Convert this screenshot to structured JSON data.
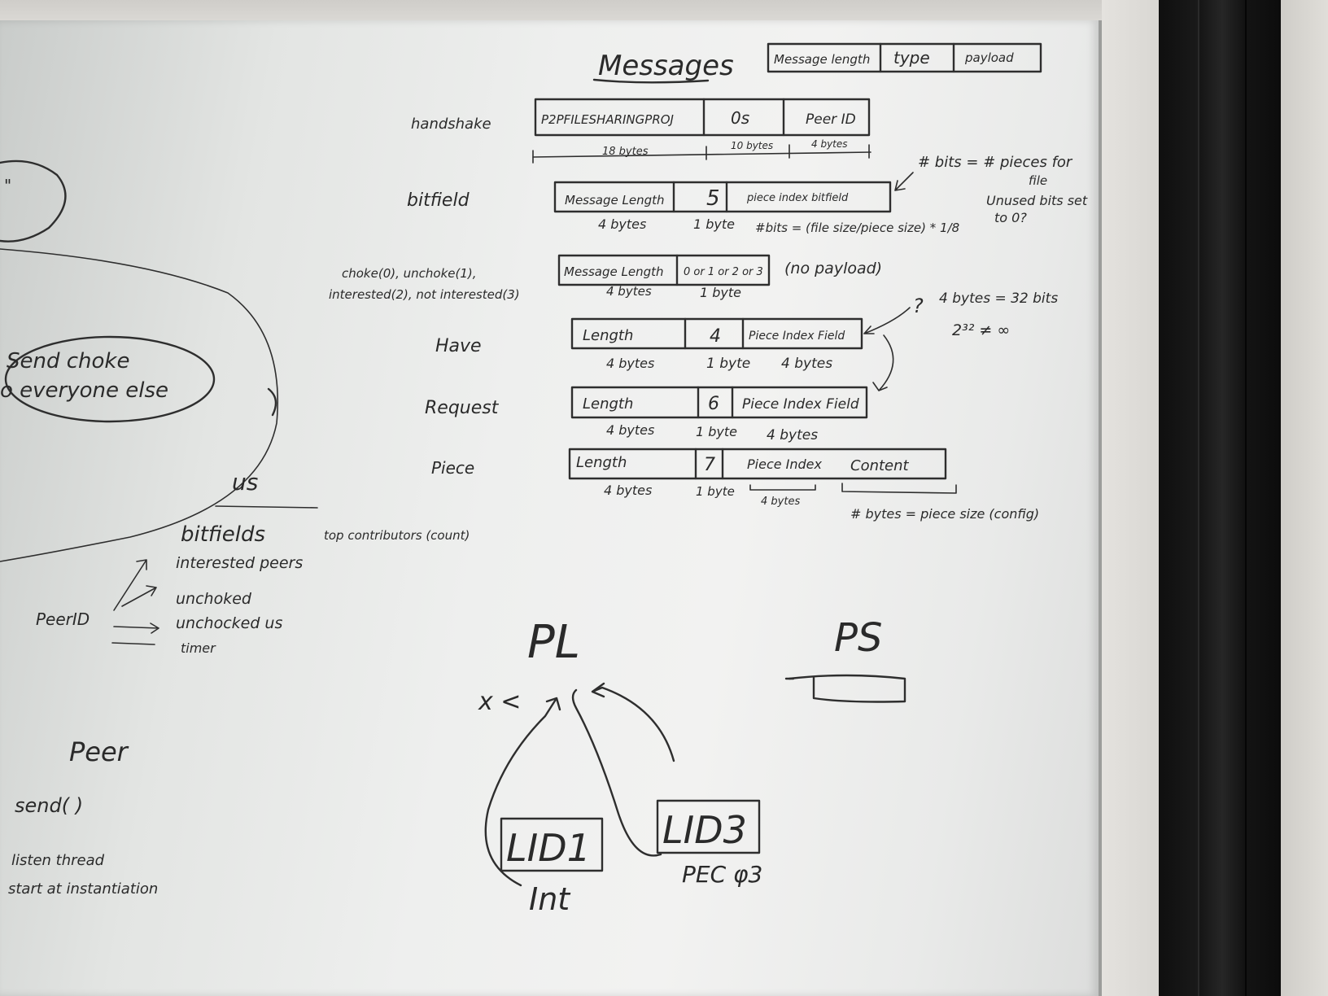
{
  "board": {
    "title": "Messages",
    "format_header": [
      "Message length",
      "type",
      "payload"
    ],
    "rows": {
      "handshake": {
        "label": "handshake",
        "cells": [
          "P2PFILESHARINGPROJ",
          "0s",
          "Peer ID"
        ],
        "sizes": [
          "18 bytes",
          "10 bytes",
          "4 bytes"
        ]
      },
      "bitfield": {
        "label": "bitfield",
        "cells": [
          "Message Length",
          "5",
          "piece index bitfield"
        ],
        "sizes": [
          "4 bytes",
          "1 byte"
        ],
        "formula": "#bits = (file size/piece size) * 1/8",
        "note_line1": "# bits = # pieces for",
        "note_line2": "file",
        "note_line3": "Unused bits set",
        "note_line4": "to 0?"
      },
      "choke": {
        "label_line1": "choke(0), unchoke(1),",
        "label_line2": "interested(2), not interested(3)",
        "cells": [
          "Message Length",
          "0 or 1 or 2 or 3"
        ],
        "sizes": [
          "4 bytes",
          "1 byte"
        ],
        "note": "(no payload)"
      },
      "have": {
        "label": "Have",
        "cells": [
          "Length",
          "4",
          "Piece Index Field"
        ],
        "sizes": [
          "4 bytes",
          "1 byte",
          "4 bytes"
        ],
        "note_line1": "4 bytes = 32 bits",
        "note_line2": "2³² ≠ ∞",
        "question": "?"
      },
      "request": {
        "label": "Request",
        "cells": [
          "Length",
          "6",
          "Piece Index Field"
        ],
        "sizes": [
          "4 bytes",
          "1 byte",
          "4 bytes"
        ]
      },
      "piece": {
        "label": "Piece",
        "cells": [
          "Length",
          "7",
          "Piece Index",
          "Content"
        ],
        "sizes": [
          "4 bytes",
          "1 byte",
          "4 bytes"
        ],
        "note": "# bytes = piece size (config)"
      }
    },
    "left": {
      "quote": "\"",
      "bubble_line1": "Send choke",
      "bubble_line2": "o everyone else",
      "us": "us",
      "bitfields": "bitfields",
      "top_contributors": "top contributors (count)",
      "peer_id": "PeerID",
      "map_items": [
        "interested peers",
        "unchoked",
        "unchocked us",
        "timer"
      ],
      "peer": "Peer",
      "send": "send(        )",
      "listen": "listen thread",
      "start": "start at instantiation"
    },
    "bottom": {
      "pl": "PL",
      "ps": "PS",
      "expr": "x <",
      "lid1": "LID1",
      "lid1_sub": "Int",
      "lid3": "LID3",
      "lid3_sub": "PEC φ3"
    }
  }
}
